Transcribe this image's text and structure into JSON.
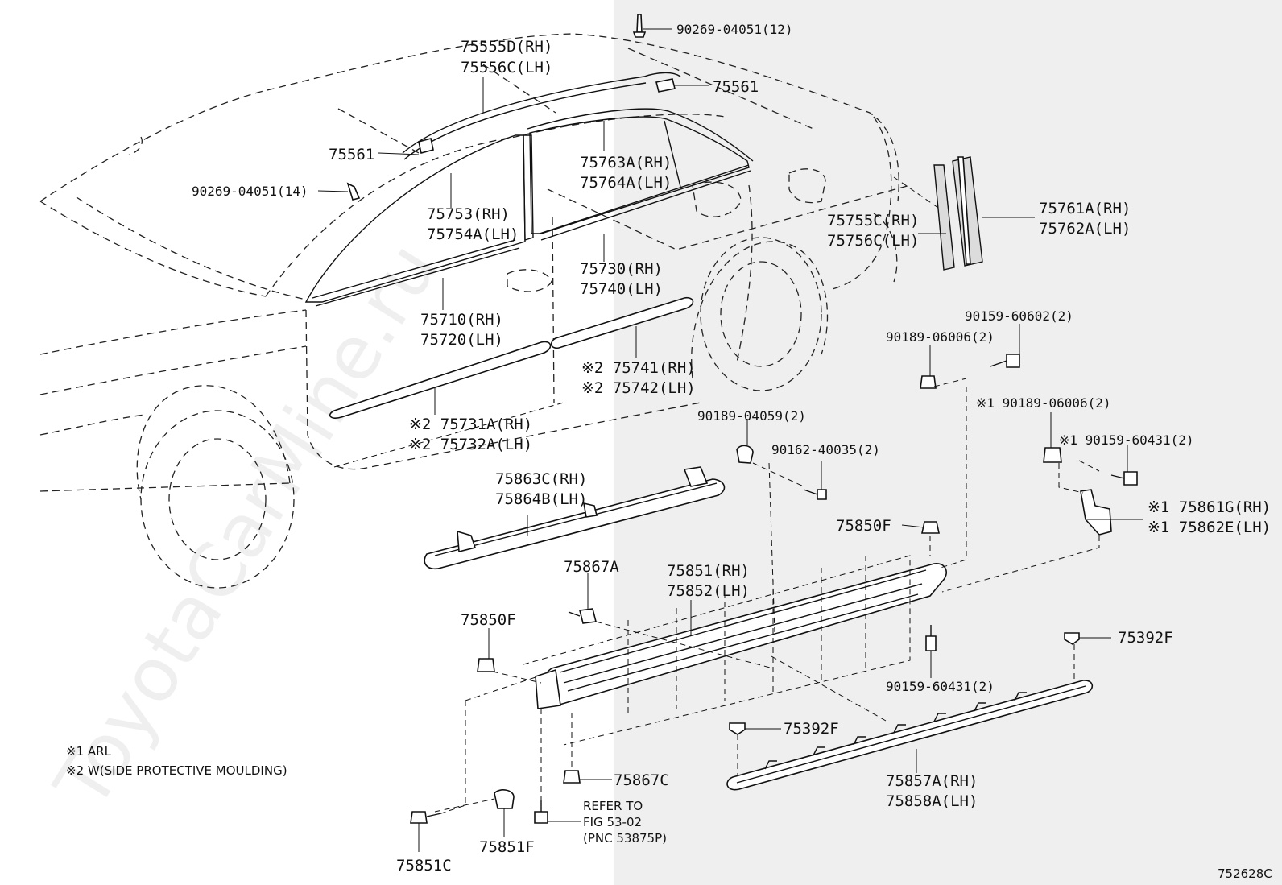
{
  "labels": {
    "l_90269_12": "90269-04051(12)",
    "l_75555": "75555D(RH)",
    "l_75556": "75556C(LH)",
    "l_75561_right": "75561",
    "l_75561_left": "75561",
    "l_90269_14": "90269-04051(14)",
    "l_75763": "75763A(RH)",
    "l_75764": "75764A(LH)",
    "l_75753": "75753(RH)",
    "l_75754": "75754A(LH)",
    "l_75755": "75755C(RH)",
    "l_75756": "75756C(LH)",
    "l_75761": "75761A(RH)",
    "l_75762": "75762A(LH)",
    "l_75730": "75730(RH)",
    "l_75740": "75740(LH)",
    "l_75710": "75710(RH)",
    "l_75720": "75720(LH)",
    "l_75741": "※2 75741(RH)",
    "l_75742": "※2 75742(LH)",
    "l_75731": "※2 75731A(RH)",
    "l_75732": "※2 75732A(LH)",
    "l_90159_60602": "90159-60602(2)",
    "l_90189_06006": "90189-06006(2)",
    "l_90189_06006_x1": "※1 90189-06006(2)",
    "l_90189_04059": "90189-04059(2)",
    "l_90162": "90162-40035(2)",
    "l_90159_60431_x1": "※1 90159-60431(2)",
    "l_75863": "75863C(RH)",
    "l_75864": "75864B(LH)",
    "l_75861": "※1 75861G(RH)",
    "l_75862": "※1 75862E(LH)",
    "l_75850F_a": "75850F",
    "l_75867A": "75867A",
    "l_75851": "75851(RH)",
    "l_75852": "75852(LH)",
    "l_75850F_b": "75850F",
    "l_75392F_a": "75392F",
    "l_90159_60431": "90159-60431(2)",
    "l_75392F_b": "75392F",
    "l_75867C": "75867C",
    "l_75857": "75857A(RH)",
    "l_75858": "75858A(LH)",
    "l_75851F": "75851F",
    "l_75851C": "75851C"
  },
  "refer": {
    "line1": "REFER TO",
    "line2": "FIG 53-02",
    "line3": "(PNC 53875P)"
  },
  "notes": {
    "n1": "※1 ARL",
    "n2": "※2 W(SIDE PROTECTIVE MOULDING)"
  },
  "figure_id": "752628C",
  "watermark": "ToyotaCarMine.ru"
}
